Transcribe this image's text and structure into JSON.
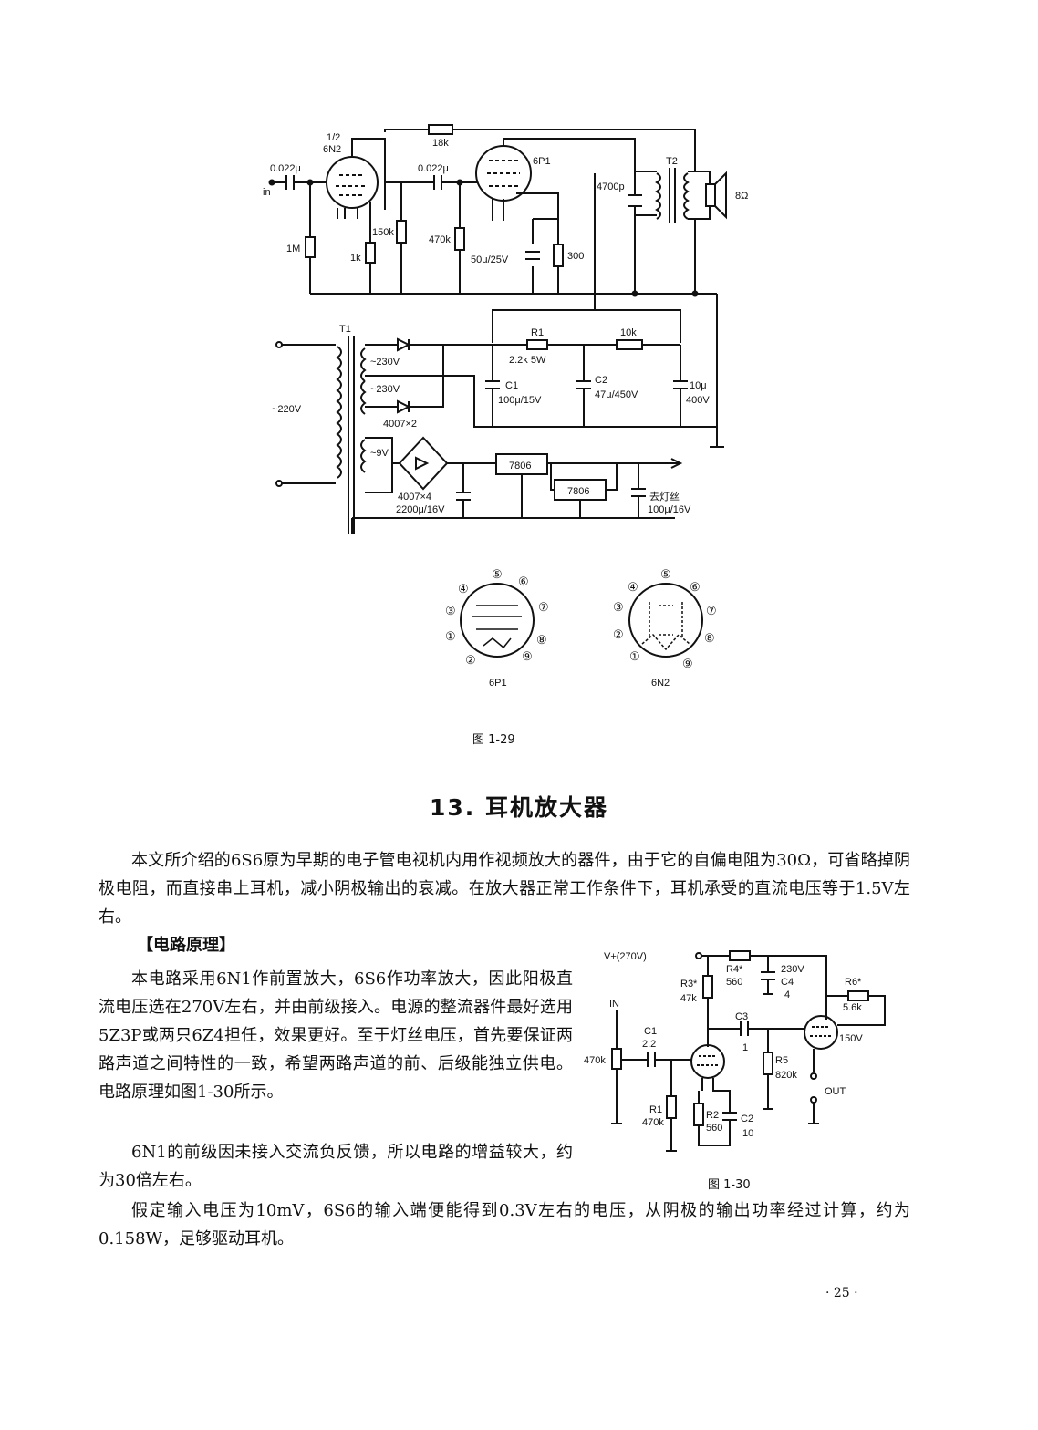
{
  "figure_29": {
    "caption": "图  1-29",
    "labels": {
      "tube1_frac": "1/2",
      "tube1_name": "6N2",
      "in_cap": "0.022μ",
      "in_label": "in",
      "r_18k": "18k",
      "c_coupling": "0.022μ",
      "tube2_name": "6P1",
      "c_4700p": "4700p",
      "t2": "T2",
      "speaker": "8Ω",
      "r_1m": "1M",
      "r_1k": "1k",
      "r_150k": "150k",
      "r_470k": "470k",
      "c_50u": "50μ/25V",
      "r_300": "300",
      "t1": "T1",
      "v220": "~220V",
      "v230a": "~230V",
      "v230b": "~230V",
      "diodes2": "4007×2",
      "r1": "R1",
      "r1_val": "2.2k 5W",
      "r_10k": "10k",
      "c1": "C1",
      "c1_val": "100μ/15V",
      "c2": "C2",
      "c2_val": "47μ/450V",
      "c10": "10μ",
      "c10_v": "400V",
      "v9": "~9V",
      "reg1": "7806",
      "reg2": "7806",
      "diodes4": "4007×4",
      "c2200": "2200μ/16V",
      "heater": "去灯丝",
      "c100": "100μ/16V"
    },
    "pinout_6p1": {
      "name": "6P1",
      "pins": [
        "①",
        "②",
        "③",
        "④",
        "⑤",
        "⑥",
        "⑦",
        "⑧",
        "⑨"
      ]
    },
    "pinout_6n2": {
      "name": "6N2",
      "pins": [
        "①",
        "②",
        "③",
        "④",
        "⑤",
        "⑥",
        "⑦",
        "⑧",
        "⑨"
      ]
    }
  },
  "section": {
    "title": "13. 耳机放大器",
    "intro": "本文所介绍的6S6原为早期的电子管电视机内用作视频放大的器件，由于它的自偏电阻为30Ω，可省略掉阴极电阻，而直接串上耳机，减小阴极输出的衰减。在放大器正常工作条件下，耳机承受的直流电压等于1.5V左右。",
    "principle_heading": "【电路原理】",
    "principle_p1": "本电路采用6N1作前置放大，6S6作功率放大，因此阳极直流电压选在270V左右，并由前级接入。电源的整流器件最好选用5Z3P或两只6Z4担任，效果更好。至于灯丝电压，首先要保证两路声道之间特性的一致，希望两路声道的前、后级能独立供电。电路原理如图1-30所示。",
    "principle_p2": "6N1的前级因未接入交流负反馈，所以电路的增益较大，约为30倍左右。",
    "final_p": "假定输入电压为10mV，6S6的输入端便能得到0.3V左右的电压，从阴极的输出功率经过计算，约为0.158W，足够驱动耳机。"
  },
  "figure_30": {
    "caption": "图  1-30",
    "labels": {
      "vplus": "V+(270V)",
      "r4": "R4*",
      "r4_val": "560",
      "c4_v": "230V",
      "c4": "C4",
      "c4_val": "4",
      "r3": "R3*",
      "r3_val": "47k",
      "r6": "R6*",
      "r6_val": "5.6k",
      "in": "IN",
      "c1": "C1",
      "c1_val": "2.2",
      "pot": "470k",
      "c3": "C3",
      "c3_val": "1",
      "v150": "150V",
      "r5": "R5",
      "r5_val": "820k",
      "out": "OUT",
      "r1": "R1",
      "r1_val": "470k",
      "r2": "R2",
      "r2_val": "560",
      "c2": "C2",
      "c2_val": "10"
    }
  },
  "page_number": "· 25 ·"
}
